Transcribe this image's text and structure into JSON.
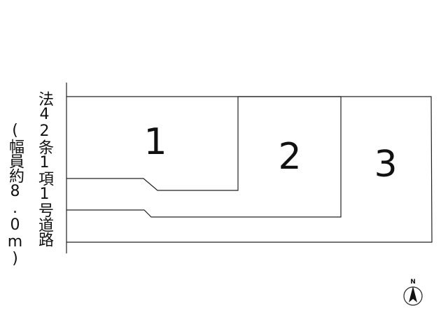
{
  "road": {
    "name": "法42条1項1号道路",
    "width": "(幅員約8.0m)"
  },
  "lots": [
    {
      "label": "1"
    },
    {
      "label": "2"
    },
    {
      "label": "3"
    }
  ],
  "compass": {
    "label": "N",
    "icon": "north-arrow-icon"
  }
}
